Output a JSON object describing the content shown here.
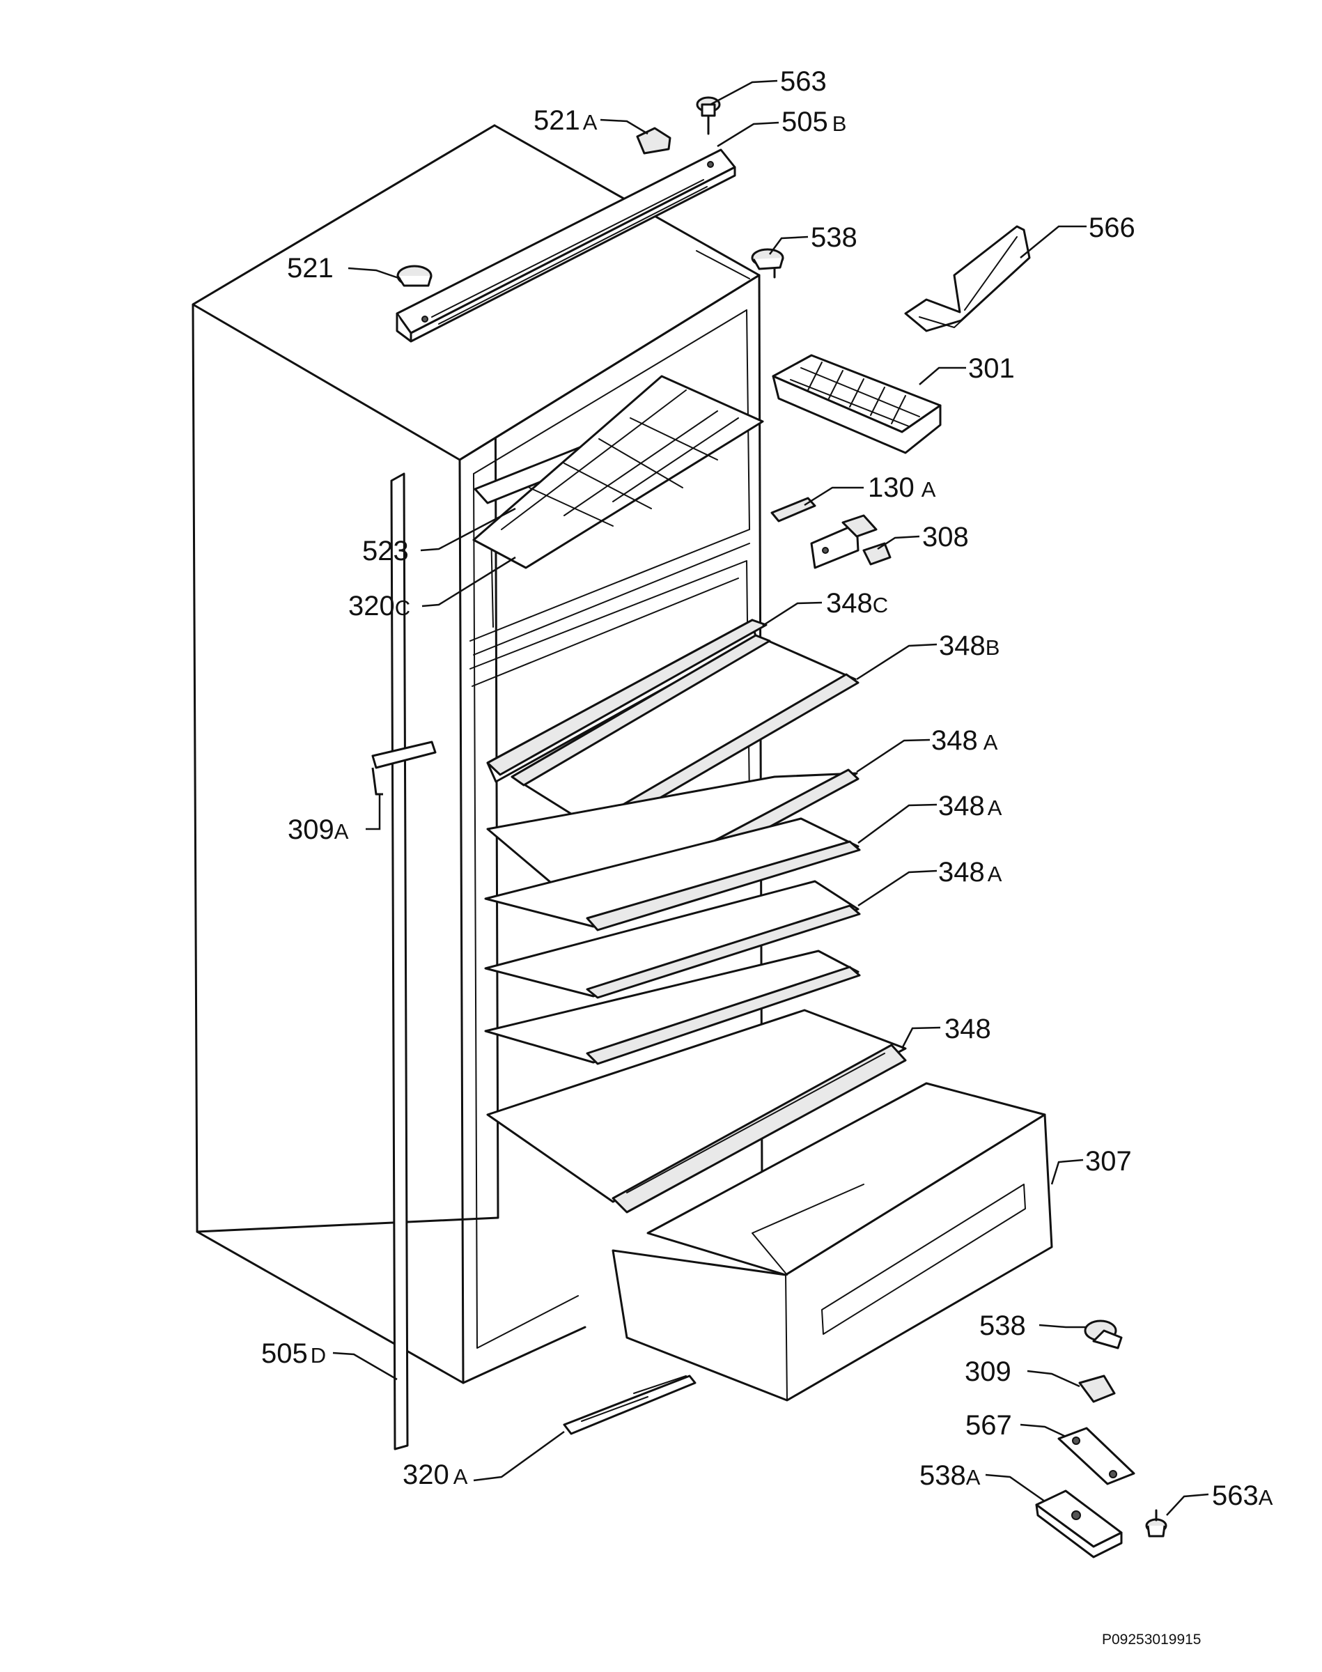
{
  "drawing_reference": "P09253019915",
  "parts": [
    {
      "id": "p563",
      "main": "563",
      "suffix": ""
    },
    {
      "id": "p521A",
      "main": "521",
      "suffix": "A"
    },
    {
      "id": "p505B",
      "main": "505",
      "suffix": "B"
    },
    {
      "id": "p538t",
      "main": "538",
      "suffix": ""
    },
    {
      "id": "p566",
      "main": "566",
      "suffix": ""
    },
    {
      "id": "p521",
      "main": "521",
      "suffix": ""
    },
    {
      "id": "p301",
      "main": "301",
      "suffix": ""
    },
    {
      "id": "p130A",
      "main": "130",
      "suffix": "A"
    },
    {
      "id": "p308",
      "main": "308",
      "suffix": ""
    },
    {
      "id": "p523",
      "main": "523",
      "suffix": ""
    },
    {
      "id": "p320C",
      "main": "320",
      "suffix": "C"
    },
    {
      "id": "p348C",
      "main": "348",
      "suffix": "C"
    },
    {
      "id": "p348B",
      "main": "348",
      "suffix": "B"
    },
    {
      "id": "p348A1",
      "main": "348",
      "suffix": "A"
    },
    {
      "id": "p348A2",
      "main": "348",
      "suffix": "A"
    },
    {
      "id": "p348A3",
      "main": "348",
      "suffix": "A"
    },
    {
      "id": "p309A",
      "main": "309",
      "suffix": "A"
    },
    {
      "id": "p348",
      "main": "348",
      "suffix": ""
    },
    {
      "id": "p307",
      "main": "307",
      "suffix": ""
    },
    {
      "id": "p538b",
      "main": "538",
      "suffix": ""
    },
    {
      "id": "p309",
      "main": "309",
      "suffix": ""
    },
    {
      "id": "p567",
      "main": "567",
      "suffix": ""
    },
    {
      "id": "p505D",
      "main": "505",
      "suffix": "D"
    },
    {
      "id": "p538A",
      "main": "538",
      "suffix": "A"
    },
    {
      "id": "p563A",
      "main": "563",
      "suffix": "A"
    },
    {
      "id": "p320A",
      "main": "320",
      "suffix": "A"
    }
  ]
}
